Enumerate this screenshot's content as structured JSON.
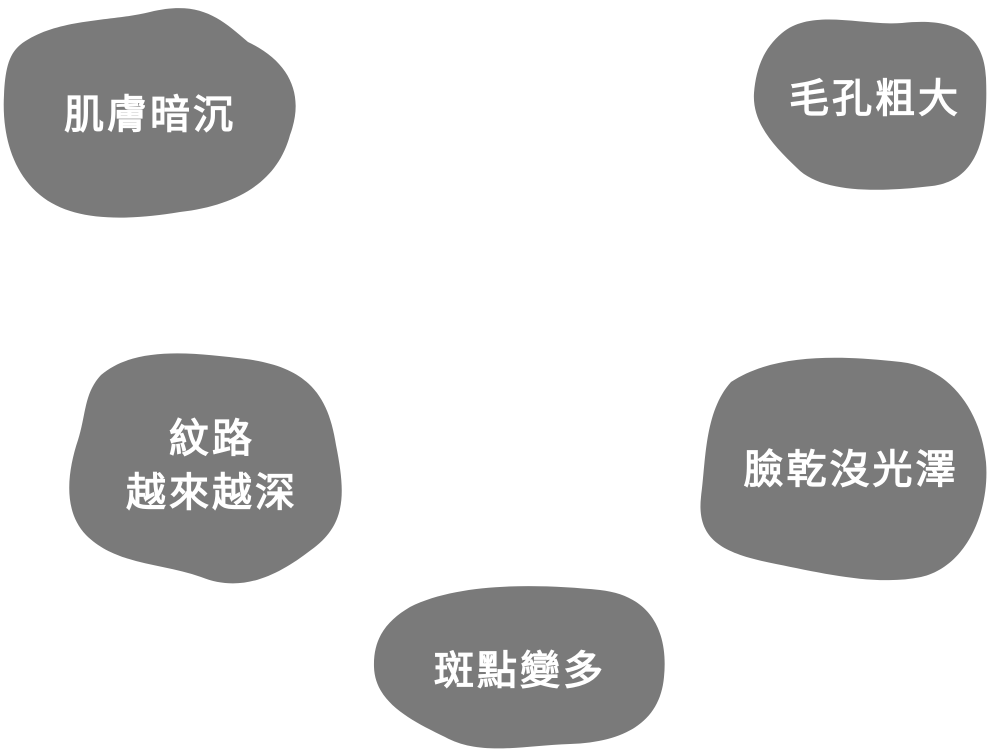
{
  "concerns": {
    "dull_skin": {
      "label": "肌膚暗沉"
    },
    "large_pores": {
      "label": "毛孔粗大"
    },
    "wrinkles": {
      "line1": "紋路",
      "line2": "越來越深"
    },
    "dry_dull": {
      "label": "臉乾沒光澤"
    },
    "spots": {
      "label": "斑點變多"
    }
  },
  "colors": {
    "blob_fill": "#7a7a7a",
    "text": "#ffffff",
    "background": "#ffffff"
  }
}
